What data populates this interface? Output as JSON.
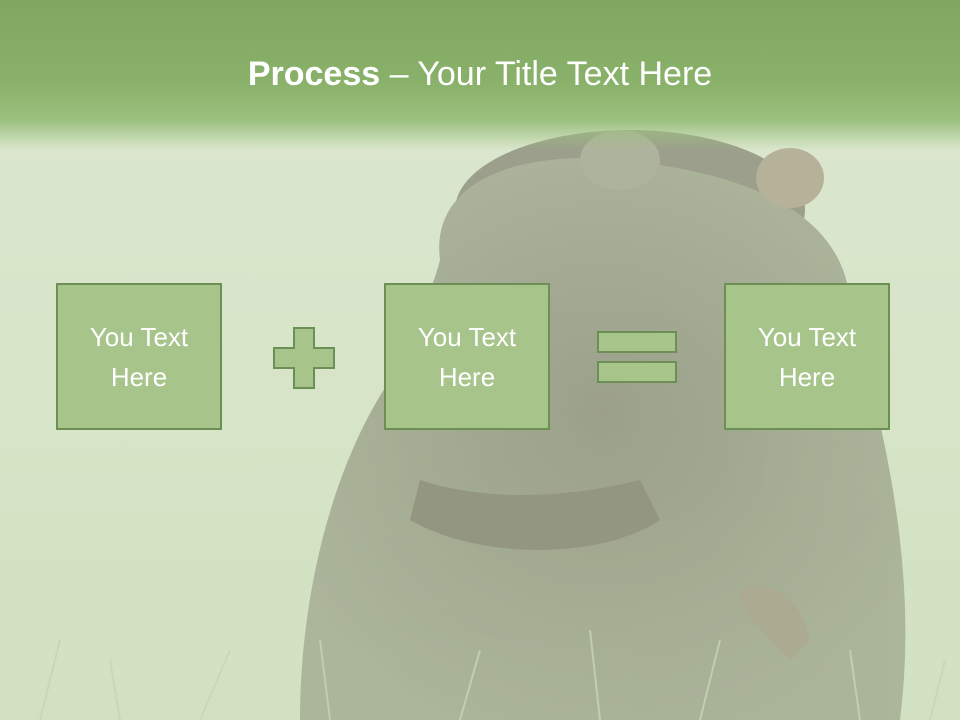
{
  "slide": {
    "title_bold": "Process",
    "title_rest": " – Your Title Text Here"
  },
  "boxes": [
    {
      "text": "You Text Here"
    },
    {
      "text": "You Text Here"
    },
    {
      "text": "You Text Here"
    }
  ],
  "operators": [
    "plus-icon",
    "equals-icon"
  ],
  "colors": {
    "header_green": "#82aa64",
    "box_fill": "#a7c48a",
    "box_border": "#6c8f55",
    "text": "#ffffff"
  }
}
